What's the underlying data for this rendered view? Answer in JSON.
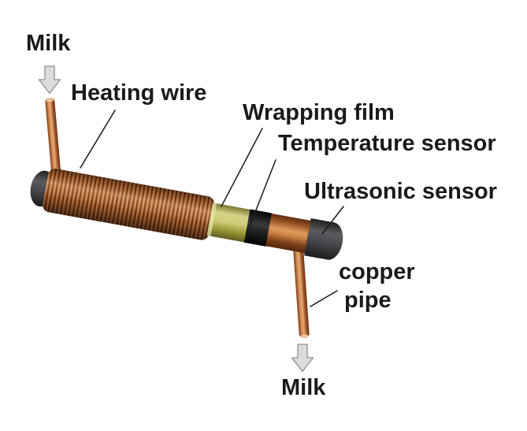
{
  "labels": {
    "milk_in": "Milk",
    "heating_wire": "Heating wire",
    "wrapping_film": "Wrapping film",
    "temperature_sensor": "Temperature sensor",
    "ultrasonic_sensor": "Ultrasonic sensor",
    "copper_pipe_line1": "copper",
    "copper_pipe_line2": "pipe",
    "milk_out": "Milk"
  },
  "colors": {
    "background": "#ffffff",
    "text": "#1a1a1a",
    "copper_mid": "#b06a32",
    "copper_dark": "#6b3414",
    "copper_light": "#d89058",
    "wrapping_film": "#cdd178",
    "sensor_band": "#111111",
    "end_cap": "#3c3c3f",
    "arrow_fill": "#dcdcdc",
    "arrow_stroke": "#909090",
    "leader_line": "#1a1a1a"
  }
}
